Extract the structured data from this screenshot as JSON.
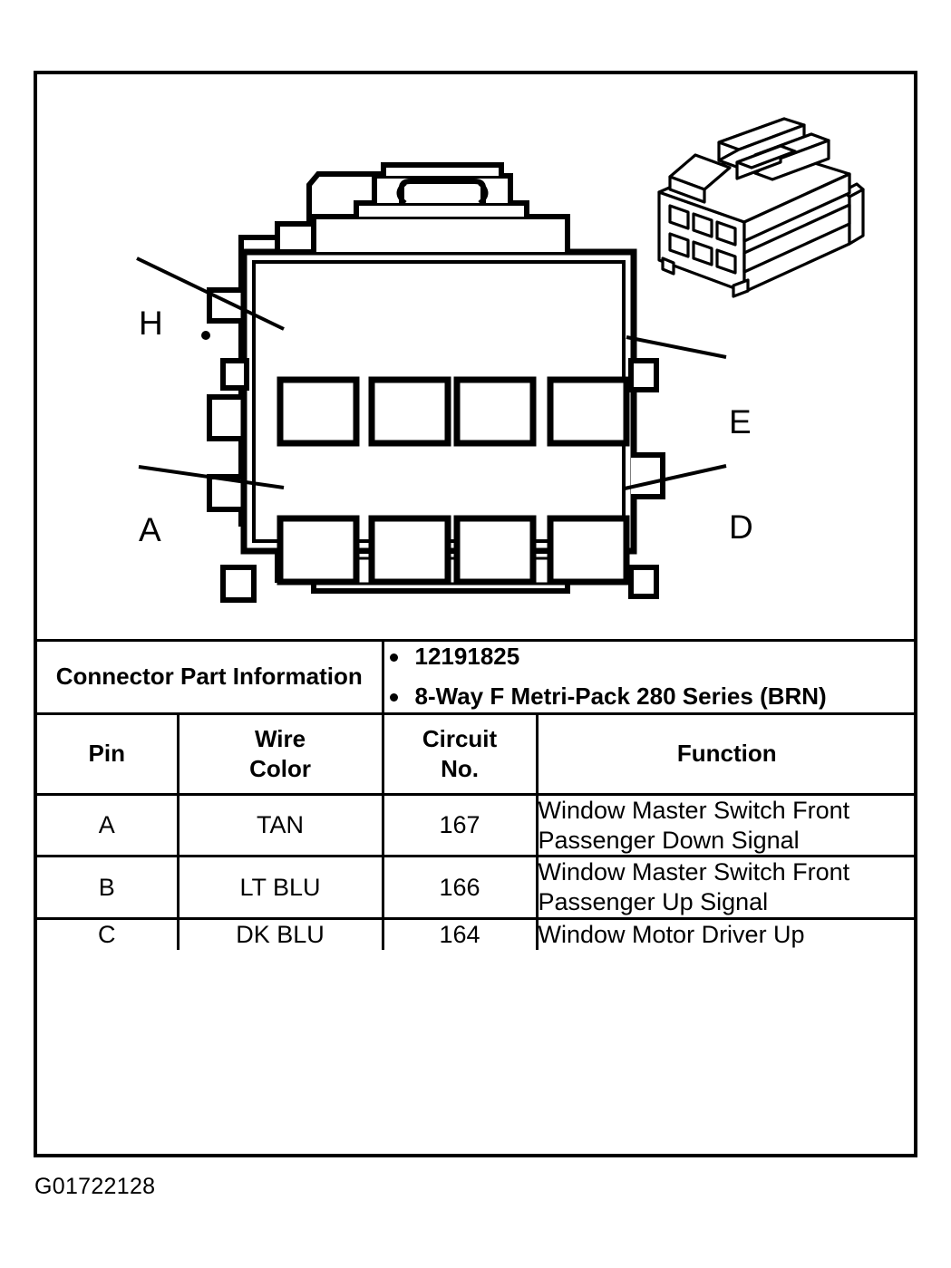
{
  "diagram": {
    "title": "connector-face-view",
    "callouts": [
      {
        "letter": "H",
        "side": "left",
        "row": "top"
      },
      {
        "letter": "A",
        "side": "left",
        "row": "bottom"
      },
      {
        "letter": "E",
        "side": "right",
        "row": "top"
      },
      {
        "letter": "D",
        "side": "right",
        "row": "bottom"
      }
    ],
    "cavity_count": 8,
    "cavity_rows": 2,
    "cavity_cols": 4
  },
  "connector_part_information": {
    "label": "Connector Part Information",
    "items": [
      "12191825",
      "8-Way F Metri-Pack 280 Series (BRN)"
    ]
  },
  "pin_table": {
    "headers": {
      "pin": "Pin",
      "wire_color_line1": "Wire",
      "wire_color_line2": "Color",
      "circuit_line1": "Circuit",
      "circuit_line2": "No.",
      "function": "Function"
    },
    "rows": [
      {
        "pin": "A",
        "wire_color": "TAN",
        "circuit_no": "167",
        "function": "Window Master Switch Front Passenger Down Signal"
      },
      {
        "pin": "B",
        "wire_color": "LT BLU",
        "circuit_no": "166",
        "function": "Window Master Switch Front Passenger Up Signal"
      },
      {
        "pin": "C",
        "wire_color": "DK BLU",
        "circuit_no": "164",
        "function": "Window Motor Driver Up"
      }
    ]
  },
  "footer": {
    "code": "G01722128"
  },
  "colors": {
    "ink": "#000000",
    "paper": "#ffffff"
  }
}
